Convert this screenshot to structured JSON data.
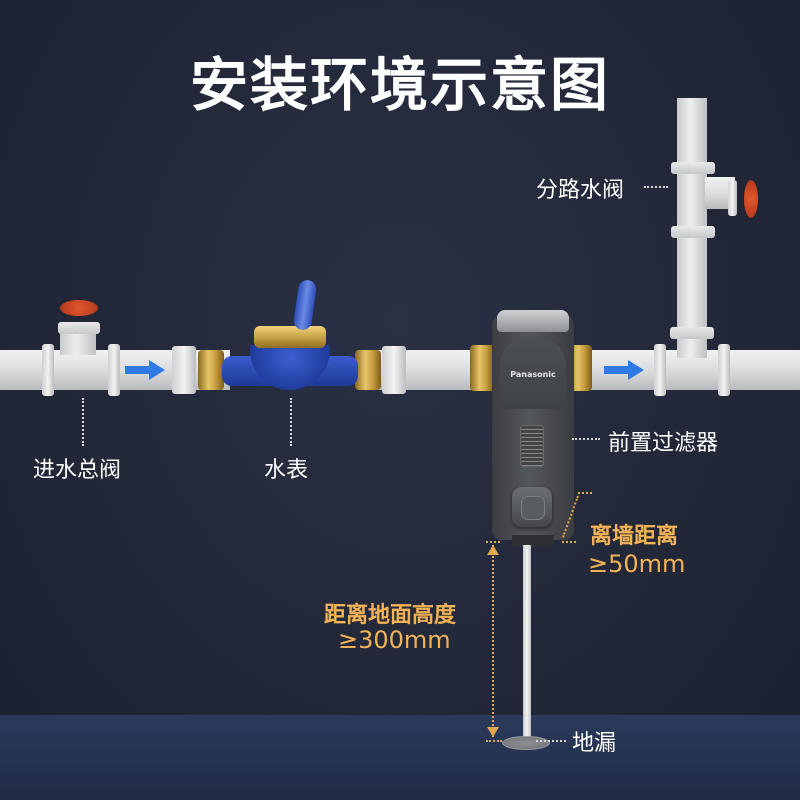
{
  "title": "安装环境示意图",
  "labels": {
    "main_valve": "进水总阀",
    "water_meter": "水表",
    "branch_valve": "分路水阀",
    "pre_filter": "前置过滤器",
    "floor_drain": "地漏"
  },
  "requirements": {
    "wall_distance": {
      "label": "离墙距离",
      "value": "≥50mm"
    },
    "floor_height": {
      "label": "距离地面高度",
      "value": "≥300mm"
    }
  },
  "product": {
    "brand": "Panasonic"
  },
  "colors": {
    "background": "#222838",
    "floor": "#2b3a5c",
    "accent_orange": "#f2b255",
    "flow_arrow": "#2f7ae5",
    "pipe": "#e3e4e6",
    "brass": "#c9a047",
    "meter_blue": "#1f3b9c",
    "valve_red": "#d9482a"
  },
  "flow_direction": "left-to-right"
}
